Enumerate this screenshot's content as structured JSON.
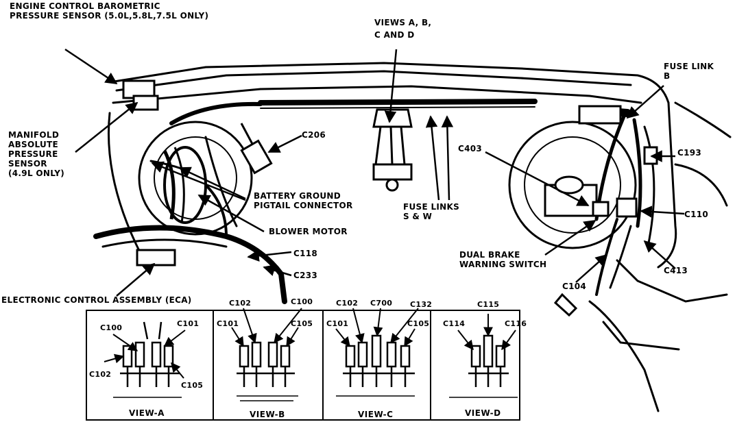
{
  "callouts": {
    "baro_sensor": [
      "ENGINE CONTROL BAROMETRIC",
      "PRESSURE SENSOR (5.0L,5.8L,7.5L ONLY)"
    ],
    "map_sensor": [
      "MANIFOLD",
      "ABSOLUTE",
      "PRESSURE",
      "SENSOR",
      "(4.9L ONLY)"
    ],
    "views": [
      "VIEWS A, B,",
      "C AND D"
    ],
    "fuse_link_b": [
      "FUSE LINK",
      "B"
    ],
    "c206": "C206",
    "c403": "C403",
    "c193": "C193",
    "c110": "C110",
    "battery_ground": [
      "BATTERY GROUND",
      "PIGTAIL CONNECTOR"
    ],
    "fuse_links_sw": [
      "FUSE LINKS",
      "S & W"
    ],
    "blower_motor": "BLOWER MOTOR",
    "dual_brake": [
      "DUAL BRAKE",
      "WARNING SWITCH"
    ],
    "c118": "C118",
    "c233": "C233",
    "c104": "C104",
    "c413": "C413",
    "eca": "ELECTRONIC CONTROL ASSEMBLY (ECA)"
  },
  "view_a": {
    "title": "VIEW-A",
    "c100": "C100",
    "c101": "C101",
    "c102": "C102",
    "c105": "C105"
  },
  "view_b": {
    "title": "VIEW-B",
    "c102": "C102",
    "c100": "C100",
    "c101": "C101",
    "c105": "C105"
  },
  "view_c": {
    "title": "VIEW-C",
    "c102": "C102",
    "c700": "C700",
    "c132": "C132",
    "c101": "C101",
    "c105": "C105"
  },
  "view_d": {
    "title": "VIEW-D",
    "c115": "C115",
    "c114": "C114",
    "c116": "C116"
  }
}
